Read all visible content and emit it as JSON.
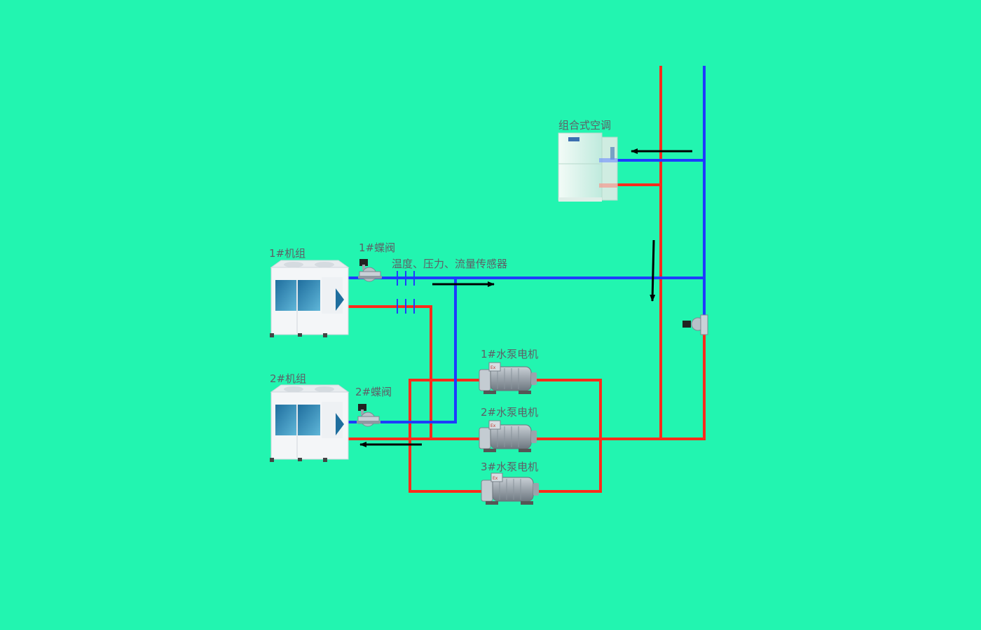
{
  "colors": {
    "background": "#22f5b0",
    "supply_pipe": "#1e3cff",
    "return_pipe": "#ff2b1c",
    "flow_arrow": "#000000",
    "label_text": "#5e5e66"
  },
  "labels": {
    "ahu": "组合式空调",
    "chiller1": "1#机组",
    "chiller2": "2#机组",
    "valve1": "1#蝶阀",
    "valve2": "2#蝶阀",
    "sensors": "温度、压力、流量传感器",
    "pump1": "1#水泵电机",
    "pump2": "2#水泵电机",
    "pump3": "3#水泵电机"
  },
  "icons": {
    "ahu": "air-handling-unit-icon",
    "chiller": "chiller-unit-icon",
    "valve": "butterfly-valve-icon",
    "pump": "pump-motor-icon",
    "sensor": "sensor-tick-icon"
  }
}
